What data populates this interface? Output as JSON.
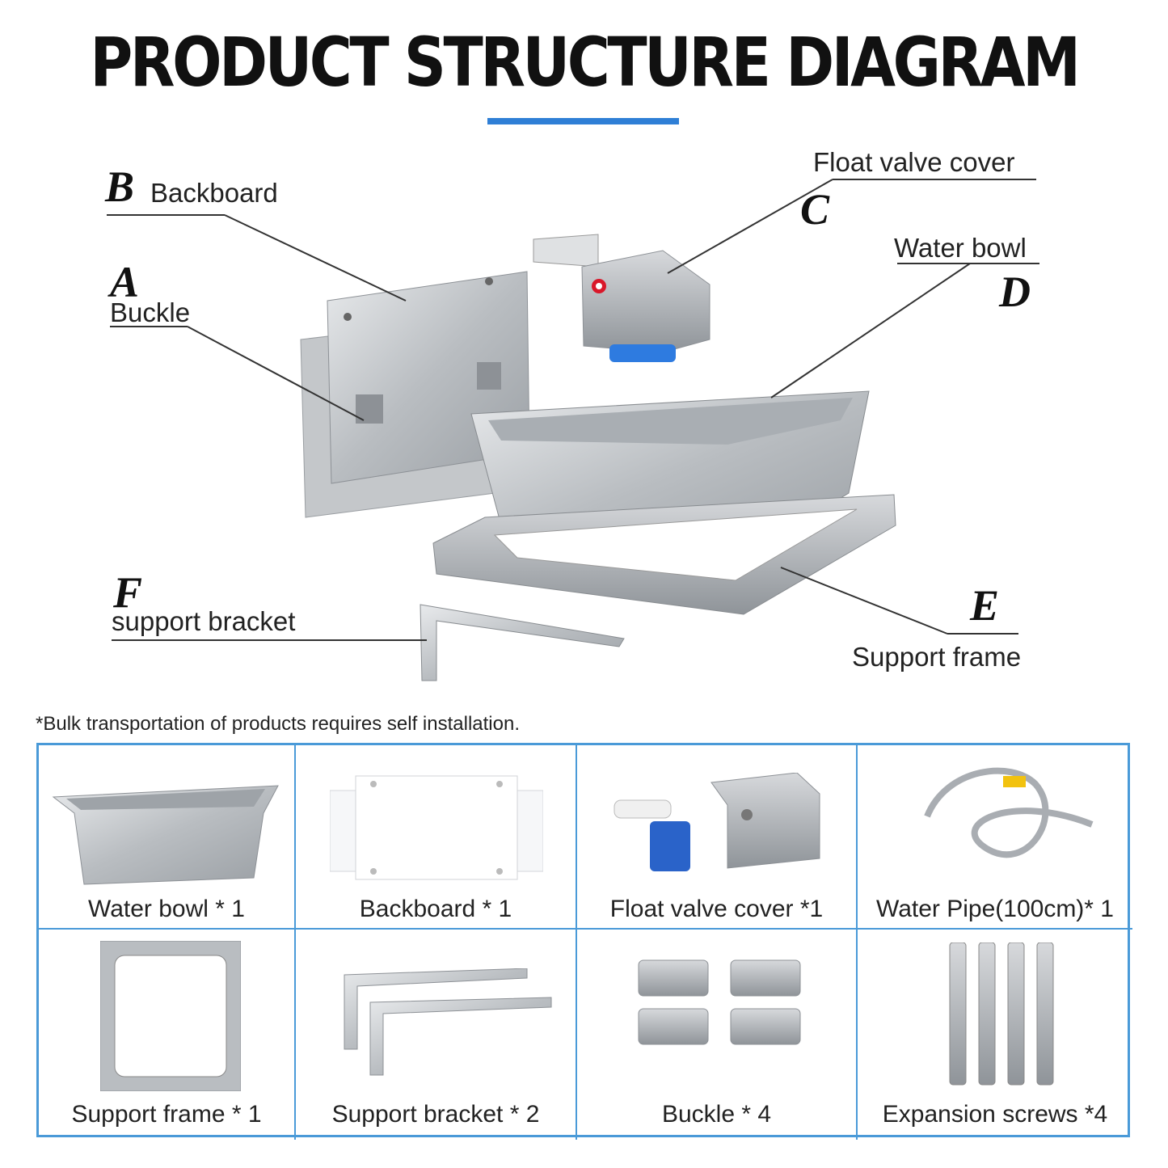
{
  "title": "PRODUCT STRUCTURE DIAGRAM",
  "colors": {
    "accent": "#2f7fd6",
    "border": "#4a9ad8",
    "steel": "#b8bcc0"
  },
  "parts": [
    {
      "letter": "B",
      "label": "Backboard"
    },
    {
      "letter": "A",
      "label": "Buckle"
    },
    {
      "letter": "C",
      "label": "Float valve cover"
    },
    {
      "letter": "D",
      "label": "Water bowl"
    },
    {
      "letter": "F",
      "label": "support bracket"
    },
    {
      "letter": "E",
      "label": "Support frame"
    }
  ],
  "note": "*Bulk transportation of products requires self installation.",
  "package_items": [
    {
      "caption": "Water bowl * 1",
      "icon": "water-bowl"
    },
    {
      "caption": "Backboard * 1",
      "icon": "backboard"
    },
    {
      "caption": "Float valve cover *1",
      "icon": "float-valve"
    },
    {
      "caption": "Water Pipe(100cm)* 1",
      "icon": "water-pipe"
    },
    {
      "caption": "Support frame * 1",
      "icon": "support-frame"
    },
    {
      "caption": "Support bracket * 2",
      "icon": "support-bracket"
    },
    {
      "caption": "Buckle * 4",
      "icon": "buckle"
    },
    {
      "caption": "Expansion screws *4",
      "icon": "expansion-screw"
    }
  ]
}
